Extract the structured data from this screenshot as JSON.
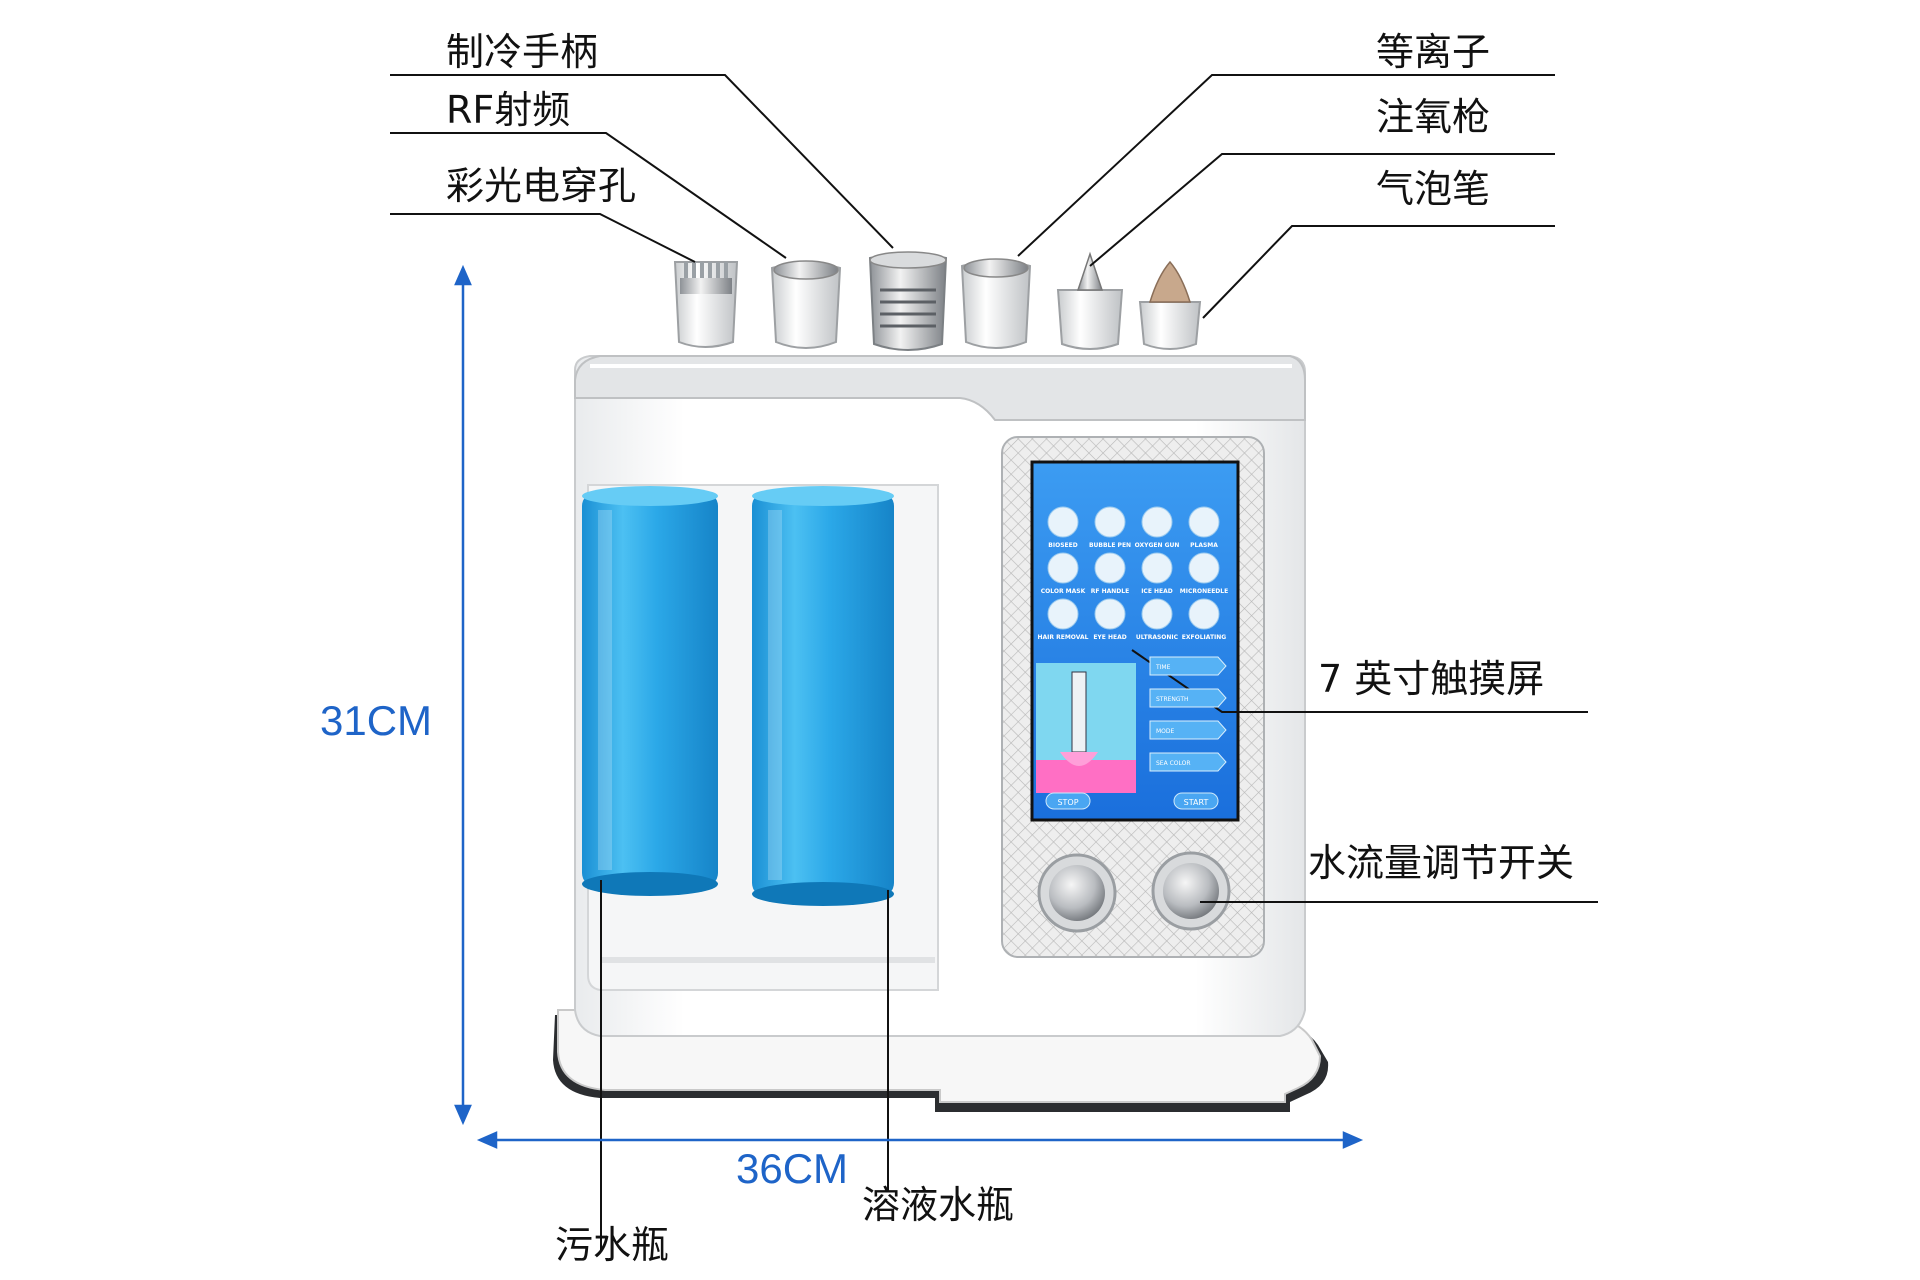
{
  "labels": {
    "cold_handle": "制冷手柄",
    "rf": "RF射频",
    "color_light": "彩光电穿孔",
    "plasma": "等离子",
    "oxygen_gun": "注氧枪",
    "bubble_pen": "气泡笔",
    "touchscreen": "7 英寸触摸屏",
    "flow_switch": "水流量调节开关",
    "waste_bottle": "污水瓶",
    "solution_bottle": "溶液水瓶"
  },
  "dimensions": {
    "height": "31CM",
    "width": "36CM"
  },
  "screen": {
    "tiles": [
      "BIOSEED",
      "BUBBLE PEN",
      "OXYGEN GUN",
      "PLASMA",
      "COLOR MASK",
      "RF HANDLE",
      "ICE HEAD",
      "MICRONEEDLE",
      "HAIR REMOVAL",
      "EYE HEAD",
      "ULTRASONIC",
      "EXFOLIATING"
    ],
    "buttons": [
      "TIME",
      "STRENGTH",
      "MODE",
      "SEA COLOR"
    ],
    "stop": "STOP",
    "start": "START"
  },
  "colors": {
    "dimension": "#1e64c8",
    "bottle": "#2aa6e6",
    "screen": "#1f7fe6"
  }
}
